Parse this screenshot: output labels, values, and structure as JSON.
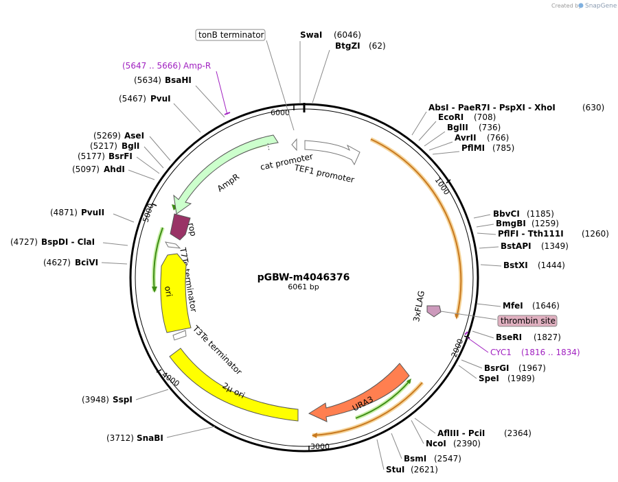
{
  "credit": {
    "prefix": "Created by",
    "brand": "SnapGene"
  },
  "plasmid": {
    "name": "pGBW-m4046376",
    "length_label": "6061 bp"
  },
  "ticks": [
    "6000",
    "1000",
    "2000",
    "3000",
    "4000",
    "5000"
  ],
  "sites": {
    "swai": {
      "name": "SwaI",
      "pos": "(6046)"
    },
    "btgzi": {
      "name": "BtgZI",
      "pos": "(62)"
    },
    "absi": {
      "name": "AbsI  -  PaeR7I  -  PspXI  -  XhoI",
      "pos": "(630)"
    },
    "ecori": {
      "name": "EcoRI",
      "pos": "(708)"
    },
    "bglii": {
      "name": "BglII",
      "pos": "(736)"
    },
    "avrii": {
      "name": "AvrII",
      "pos": "(766)"
    },
    "pflmi": {
      "name": "PflMI",
      "pos": "(785)"
    },
    "bbvci": {
      "name": "BbvCI",
      "pos": "(1185)"
    },
    "bmgbi": {
      "name": "BmgBI",
      "pos": "(1259)"
    },
    "pflfi": {
      "name": "PflFI  -  Tth111I",
      "pos": "(1260)"
    },
    "bstapi": {
      "name": "BstAPI",
      "pos": "(1349)"
    },
    "bstxi": {
      "name": "BstXI",
      "pos": "(1444)"
    },
    "mfei": {
      "name": "MfeI",
      "pos": "(1646)"
    },
    "bseri": {
      "name": "BseRI",
      "pos": "(1827)"
    },
    "bsrgi": {
      "name": "BsrGI",
      "pos": "(1967)"
    },
    "spei": {
      "name": "SpeI",
      "pos": "(1989)"
    },
    "afliii": {
      "name": "AflIII  -  PciI",
      "pos": "(2364)"
    },
    "ncoi": {
      "name": "NcoI",
      "pos": "(2390)"
    },
    "bsmi": {
      "name": "BsmI",
      "pos": "(2547)"
    },
    "stui": {
      "name": "StuI",
      "pos": "(2621)"
    },
    "snabi": {
      "name": "SnaBI",
      "pos": "(3712)"
    },
    "sspi": {
      "name": "SspI",
      "pos": "(3948)"
    },
    "bcivi": {
      "name": "BciVI",
      "pos": "(4627)"
    },
    "bspdi": {
      "name": "BspDI  -  ClaI",
      "pos": "(4727)"
    },
    "pvuii": {
      "name": "PvuII",
      "pos": "(4871)"
    },
    "ahdi": {
      "name": "AhdI",
      "pos": "(5097)"
    },
    "bsrfi": {
      "name": "BsrFI",
      "pos": "(5177)"
    },
    "bgli": {
      "name": "BglI",
      "pos": "(5217)"
    },
    "asei": {
      "name": "AseI",
      "pos": "(5269)"
    },
    "pvui": {
      "name": "PvuI",
      "pos": "(5467)"
    },
    "bsahi": {
      "name": "BsaHI",
      "pos": "(5634)"
    }
  },
  "primer_sites": {
    "ampr": {
      "pos": "(5647 .. 5666)",
      "name": "Amp-R"
    },
    "cyc1": {
      "name": "CYC1",
      "pos": "(1816 .. 1834)"
    }
  },
  "boxed_labels": {
    "tonb": "tonB terminator",
    "thrombin": "thrombin site"
  },
  "features": {
    "cat_promoter": "cat promoter",
    "tef1_promoter": "TEF1 promoter",
    "ampr": "AmpR",
    "rop": "rop",
    "t7te": "T7Te terminator",
    "ori": "ori",
    "t3te": "T3Te terminator",
    "two_mu_ori": "2μ ori",
    "ura3": "URA3",
    "flag": "3xFLAG"
  },
  "colors": {
    "backbone": "#000000",
    "ampr_fill": "#ccffcc",
    "ori_fill": "#ffff00",
    "two_mu_fill": "#ffff00",
    "ura3_fill": "#ff7f50",
    "rop_fill": "#993366",
    "flag_fill": "#cc99bb",
    "orf_orange": "#c8781e",
    "orf_green": "#3d8c14",
    "primer": "#a020c0",
    "thrombin_bg": "#e0b0c0"
  }
}
